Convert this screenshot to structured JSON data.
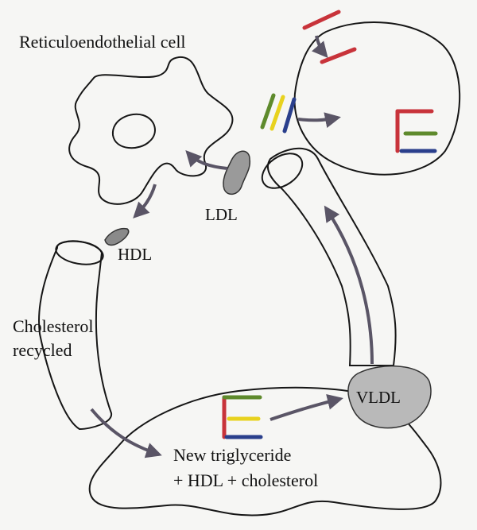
{
  "labels": {
    "reticulo_cell": "Reticuloendothelial cell",
    "ldl": "LDL",
    "hdl": "HDL",
    "cholesterol_line1": "Cholesterol",
    "cholesterol_line2": "recycled",
    "new_tg_line1": "New triglyceride",
    "new_tg_line2": "+ HDL + cholesterol",
    "vldl": "VLDL"
  },
  "colors": {
    "outline": "#161616",
    "arrow": "#5a5566",
    "red": "#c8333a",
    "green": "#5e8a2c",
    "yellow": "#e8d21e",
    "blue": "#2a3f8c",
    "blob_fill": "#b9b9b9",
    "paper": "#f6f6f4"
  }
}
